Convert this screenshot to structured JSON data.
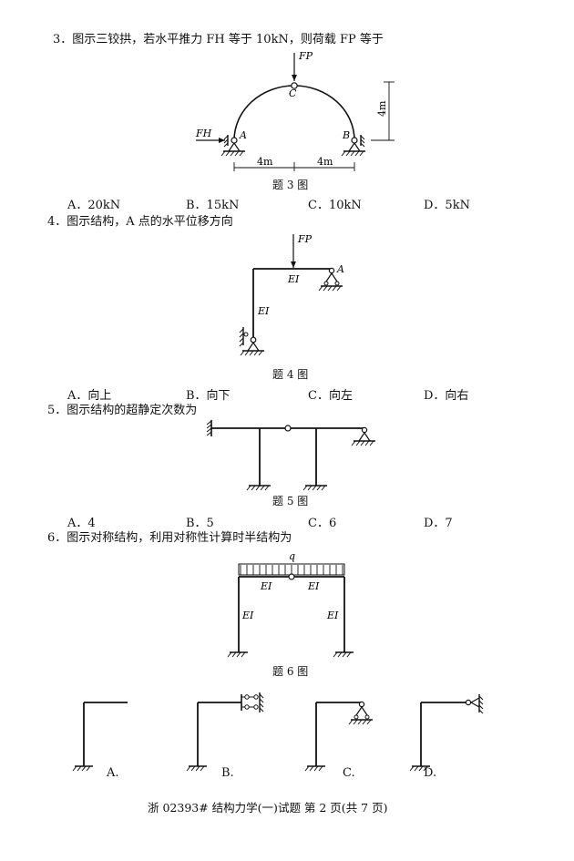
{
  "questions": [
    {
      "stem": "3．图示三铰拱，若水平推力 FH 等于 10kN，则荷载 FP 等于",
      "caption": "题 3 图",
      "options": [
        "A．20kN",
        "B．15kN",
        "C．10kN",
        "D．5kN"
      ],
      "figure": {
        "load_label": "FP",
        "crown_label": "C",
        "left_label": "A",
        "right_label": "B",
        "thrust_label": "FH",
        "span_left": "4m",
        "span_right": "4m",
        "rise": "4m"
      }
    },
    {
      "stem": "4．图示结构，A 点的水平位移方向",
      "caption": "题 4 图",
      "options": [
        "A．向上",
        "B．向下",
        "C．向左",
        "D．向右"
      ],
      "figure": {
        "load_label": "FP",
        "beam_label": "EI",
        "column_label": "EI",
        "point_label": "A"
      }
    },
    {
      "stem": "5．图示结构的超静定次数为",
      "caption": "题 5 图",
      "options": [
        "A．4",
        "B．5",
        "C．6",
        "D．7"
      ]
    },
    {
      "stem": "6．图示对称结构，利用对称性计算时半结构为",
      "caption": "题 6 图",
      "options": [
        "A.",
        "B.",
        "C.",
        "D."
      ],
      "figure": {
        "load_label": "q",
        "beam_left": "EI",
        "beam_right": "EI",
        "col_left": "EI",
        "col_right": "EI"
      }
    }
  ],
  "footer": "浙 02393# 结构力学(一)试题 第 2 页(共 7 页)"
}
